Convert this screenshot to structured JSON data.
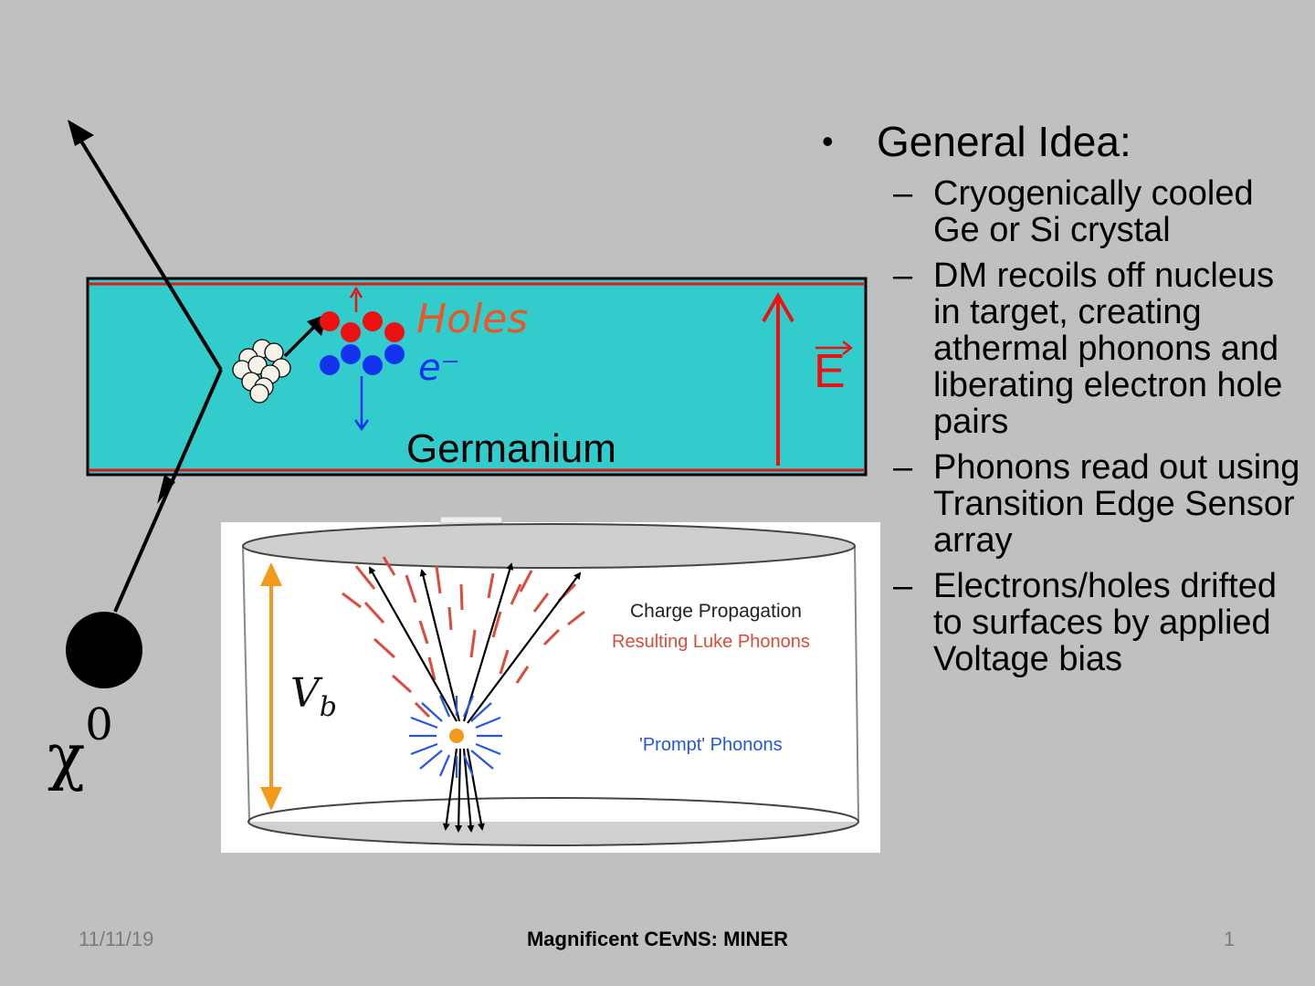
{
  "slide": {
    "bullet_heading": "General Idea:",
    "sub_bullets": [
      "Cryogenically cooled Ge or Si crystal",
      "DM recoils off nucleus in target, creating athermal phonons and liberating electron hole pairs",
      "Phonons read out using Transition Edge Sensor array",
      "Electrons/holes drifted to surfaces by applied Voltage bias"
    ]
  },
  "diagram": {
    "holes_label": "Holes",
    "electron_label": "e⁻",
    "field_label": "E",
    "crystal_label": "Germanium",
    "particle_label": "χ",
    "particle_superscript": "0",
    "crystal_color": "#33cccc",
    "hole_color": "#ee1111",
    "electron_color": "#1133ee"
  },
  "inset": {
    "voltage_label": "V",
    "voltage_subscript": "b",
    "charge_label": "Charge Propagation",
    "luke_label": "Resulting Luke Phonons",
    "prompt_label": "'Prompt' Phonons"
  },
  "footer": {
    "date": "11/11/19",
    "title": "Magnificent CEvNS: MINER",
    "page": "1"
  }
}
